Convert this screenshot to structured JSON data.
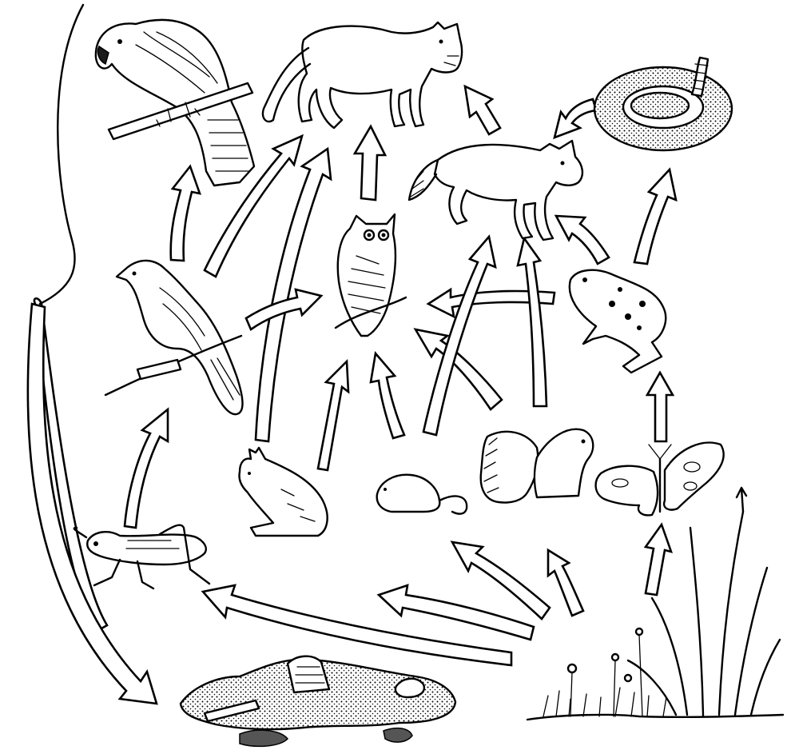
{
  "diagram": {
    "kind": "food-web",
    "organisms": [
      "hawk",
      "mountain-lion",
      "rattlesnake",
      "coyote",
      "owl",
      "songbird",
      "frog",
      "rabbit",
      "mouse",
      "squirrel",
      "butterfly",
      "grasshopper",
      "grass-and-plants",
      "decomposing-remains"
    ],
    "colors": {
      "ink": "#000000",
      "paper": "#ffffff",
      "shade": "#1a1a1a"
    }
  }
}
